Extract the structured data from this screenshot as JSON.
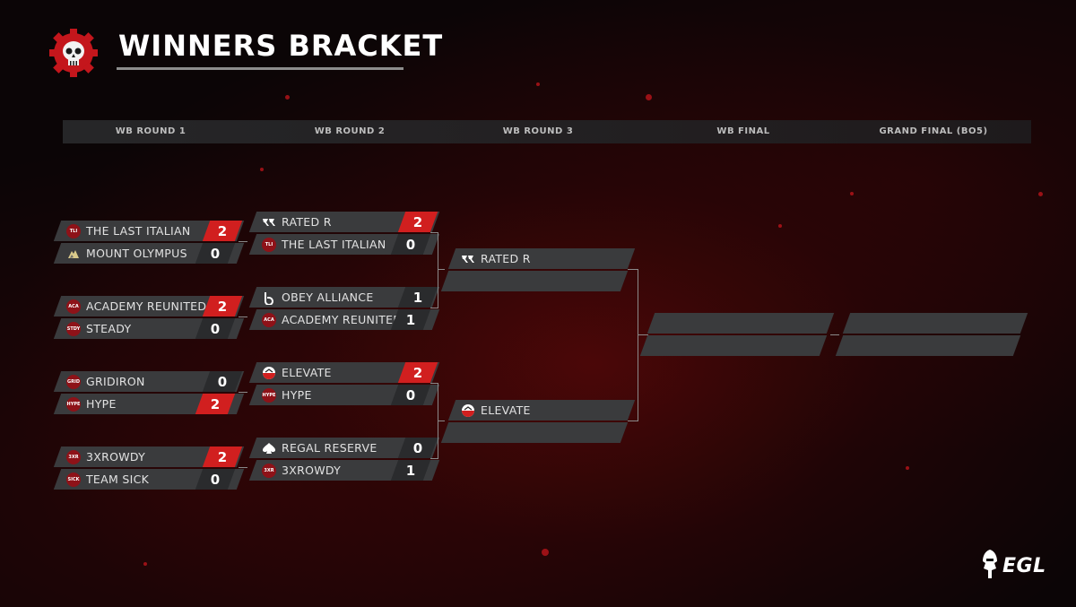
{
  "header": {
    "title": "WINNERS BRACKET"
  },
  "rounds": [
    "WB ROUND 1",
    "WB ROUND 2",
    "WB ROUND 3",
    "WB FINAL",
    "GRAND FINAL (BO5)"
  ],
  "round1": [
    {
      "top": {
        "tag": "TLI",
        "name": "THE LAST ITALIAN",
        "score": "2"
      },
      "bottom": {
        "tag": "",
        "name": "MOUNT OLYMPUS",
        "score": "0"
      }
    },
    {
      "top": {
        "tag": "ACA",
        "name": "ACADEMY REUNITED",
        "score": "2"
      },
      "bottom": {
        "tag": "STDY",
        "name": "STEADY",
        "score": "0"
      }
    },
    {
      "top": {
        "tag": "GRID",
        "name": "GRIDIRON",
        "score": "0"
      },
      "bottom": {
        "tag": "HYPE",
        "name": "HYPE",
        "score": "2"
      }
    },
    {
      "top": {
        "tag": "3XR",
        "name": "3XROWDY",
        "score": "2"
      },
      "bottom": {
        "tag": "SICK",
        "name": "TEAM SICK",
        "score": "0"
      }
    }
  ],
  "round2": [
    {
      "top": {
        "tag": "",
        "name": "RATED R",
        "score": "2"
      },
      "bottom": {
        "tag": "TLI",
        "name": "THE LAST ITALIAN",
        "score": "0"
      }
    },
    {
      "top": {
        "tag": "",
        "name": "OBEY ALLIANCE",
        "score": "1"
      },
      "bottom": {
        "tag": "ACA",
        "name": "ACADEMY REUNITED",
        "score": "1"
      }
    },
    {
      "top": {
        "tag": "",
        "name": "ELEVATE",
        "score": "2"
      },
      "bottom": {
        "tag": "HYPE",
        "name": "HYPE",
        "score": "0"
      }
    },
    {
      "top": {
        "tag": "",
        "name": "REGAL RESERVE",
        "score": "0"
      },
      "bottom": {
        "tag": "3XR",
        "name": "3XROWDY",
        "score": "1"
      }
    }
  ],
  "round3": [
    {
      "top": {
        "name": "RATED R"
      }
    },
    {
      "top": {
        "name": "ELEVATE"
      }
    }
  ],
  "brand": {
    "logo": "EGL"
  },
  "colors": {
    "win": "#d11f1f",
    "row": "#3a3b3d",
    "accent": "#c4161c"
  }
}
